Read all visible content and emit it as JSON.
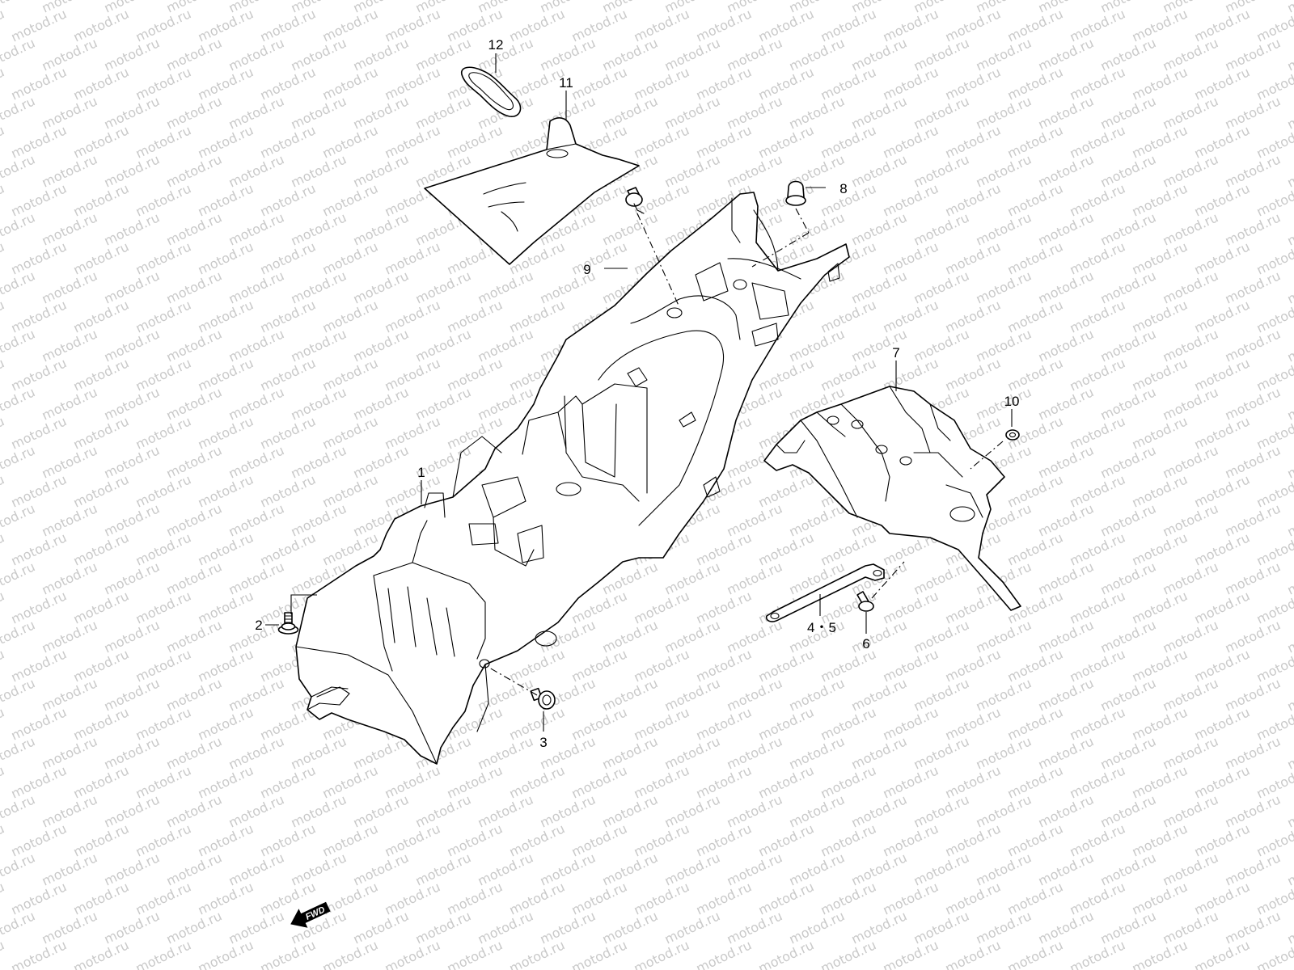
{
  "watermark": {
    "text": "motod.ru",
    "color": "#c9c9c9"
  },
  "callouts": {
    "c1": "1",
    "c2": "2",
    "c3": "3",
    "c45": "4・5",
    "c6": "6",
    "c7": "7",
    "c8": "8",
    "c9": "9",
    "c10": "10",
    "c11": "11",
    "c12": "12"
  },
  "direction_indicator": {
    "label": "FWD",
    "icon": "arrow-left-icon"
  },
  "colors": {
    "line": "#000000",
    "background": "#ffffff"
  }
}
